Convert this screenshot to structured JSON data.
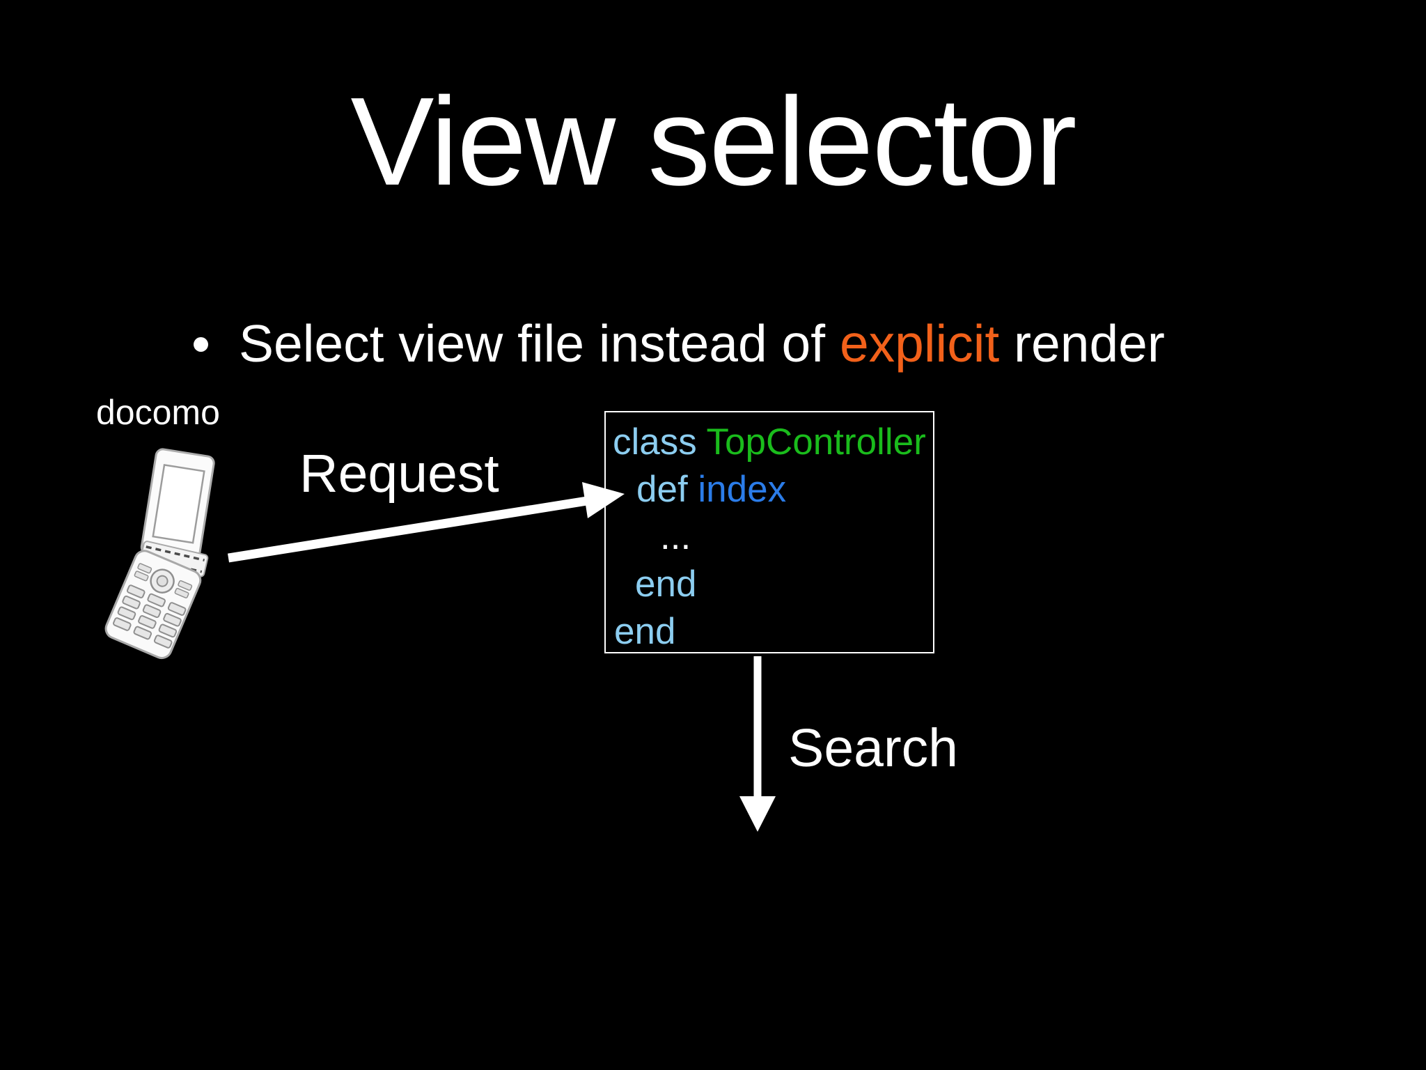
{
  "slide": {
    "title": "View selector",
    "bullet": {
      "marker": "•",
      "text_before": "Select view file instead of ",
      "highlight": "explicit",
      "text_after": " render"
    },
    "phone_label": "docomo",
    "request_label": "Request",
    "search_label": "Search",
    "code_box": {
      "lines": [
        {
          "segments": [
            {
              "text": "class ",
              "style": "keyword"
            },
            {
              "text": "TopController",
              "style": "classname"
            }
          ]
        },
        {
          "segments": [
            {
              "text": "def ",
              "style": "keyword"
            },
            {
              "text": "index",
              "style": "method"
            }
          ]
        },
        {
          "segments": [
            {
              "text": "...",
              "style": "plain"
            }
          ]
        },
        {
          "segments": [
            {
              "text": "end",
              "style": "keyword"
            }
          ]
        },
        {
          "segments": [
            {
              "text": "end",
              "style": "keyword"
            }
          ]
        }
      ]
    }
  },
  "colors": {
    "background": "#000000",
    "text": "#ffffff",
    "highlight_orange": "#f2611a",
    "code_keyword_blue": "#8ccdf0",
    "code_class_green": "#1abc1c",
    "code_method_blue": "#2b7ce8"
  }
}
